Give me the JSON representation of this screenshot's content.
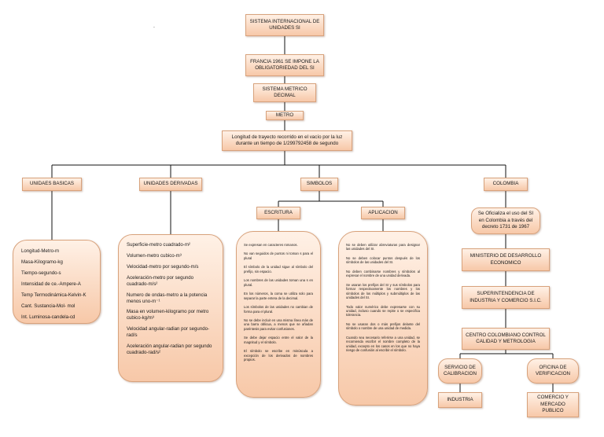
{
  "title": "SISTEMA INTERNACIONAL DE UNIDADES SI",
  "chain": [
    "FRANCIA 1961 SE IMPONE LA OBLIGATORIEDAD DEL SI",
    "SISTEMA METRICO DECIMAL",
    "METRO",
    "Longitud de trayecto recorrido en el vacío por la luz durante un tiempo de 1/299792458 de segundo"
  ],
  "branches": {
    "basicas": {
      "label": "UNIDAES BASICAS",
      "items": [
        "Longitud-Metro-m",
        "Masa-Kilogramo-kg",
        "Tiempo-segundo-s",
        "Intensidad de ce.-Ampere-A",
        "Temp Termodinámica-Kelvin-K",
        "Cant. Sustancia-Mol- mol",
        "Int. Luminosa-candela-cd"
      ]
    },
    "derivadas": {
      "label": "UNIDADES DERIVADAS",
      "items": [
        "Superficie-metro cuadrado-m²",
        "Volumen-metro cubico-m³",
        "Velocidad-metro por segundo-m/s",
        "Aceleración-metro por segundo cuadrado-m/s²",
        "Numero de ondas-metro a la potencia menos uno-m⁻¹",
        "Masa en volumen-kilogramo por metro cubico-kg/m³",
        "Velocidad angular-radian por segundo-rad/s",
        "Aceleración angular-radian por segundo cuadrado-rad/s²"
      ]
    },
    "simbolos": {
      "label": "SIMBOLOS",
      "escritura": {
        "label": "ESCRITURA",
        "items": [
          "Se expresan en caracteres romanos.",
          "No van seguidos de puntos ni toman s para el plural",
          "El símbolo de la unidad sigue al símbolo del prefijo, sin espacio.",
          "Los nombres de las unidades toman una s en plural.",
          "En los números, la coma se utiliza solo para separar la parte entera de la decimal.",
          "Los símbolos de las unidades no cambian de forma para el plural.",
          "No se debe incluir en una misma línea más de una barra oblicua, a menos que se añadan paréntesis para evitar confusiones.",
          "Se debe dejar espacio entre el valor de la magnitud y el símbolo.",
          "El símbolo se escribe en minúscula a excepción de los derivados de nombres propios."
        ]
      },
      "aplicacion": {
        "label": "APLICACION",
        "items": [
          "No se deben utilizar abreviaturas para designar las unidades del SI.",
          "No se deben colocar puntos después de los símbolos de las unidades del SI.",
          "No deben combinarse nombres y símbolos al expresar el nombre de una unidad derivada.",
          "Se usaran los prefijos del SI y sus símbolos para formar respectivamente los nombres y los símbolos de los múltiplos y submúltiplos de las unidades del SI.",
          "Todo valor numérico debe expresarse con su unidad, incluso cuando se repite o se especifica tolerancia.",
          "No se usaran dos o más prefijos delante del símbolo o nombre de una unidad de medida.",
          "Cuando sea necesario referirse a una unidad, se recomienda escribir el nombre completo de la unidad, excepto en los casos en los que no haya riesgo de confusión al escribir el símbolo."
        ]
      }
    },
    "colombia": {
      "label": "COLOMBIA",
      "decreto": "Se Oficializa el uso del SI en Colombia a través del decreto 1731 de 1967",
      "ministerio": "MINISTERIO DE DESARROLLO ECONOMICO",
      "superintendencia": "SUPERINTENDENCIA DE INDUSTRIA Y COMERCIO S.I.C.",
      "centro": "CENTRO COLOMBIANO CONTROL CALIDAD Y METROLOGIA",
      "servicio": "SERVICIO DE CALIBRACION",
      "industria": "INDUSTRIA",
      "oficina": "OFICINA DE VERIFICACION",
      "comercio": "COMERCIO Y MERCADO PUBLICO"
    }
  }
}
